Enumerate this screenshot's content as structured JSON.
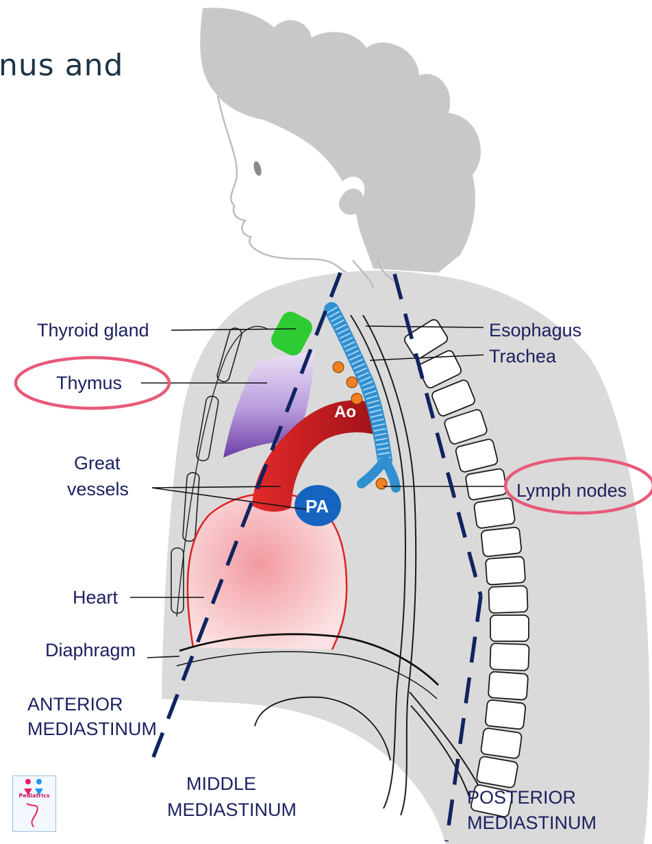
{
  "title": "nus and",
  "labels": {
    "thyroid": "Thyroid gland",
    "thymus": "Thymus",
    "great1": "Great",
    "great2": "vessels",
    "heart": "Heart",
    "diaphragm": "Diaphragm",
    "esophagus": "Esophagus",
    "trachea": "Trachea",
    "lymph": "Lymph nodes",
    "ao": "Ao",
    "pa": "PA"
  },
  "regions": {
    "anterior1": "ANTERIOR",
    "anterior2": "MEDIASTINUM",
    "middle1": "MIDDLE",
    "middle2": "MEDIASTINUM",
    "posterior1": "POSTERIOR",
    "posterior2": "MEDIASTINUM"
  },
  "logo": {
    "text": "Pediatrics"
  },
  "colors": {
    "body_gray": "#dadada",
    "head_gray": "#c8c8c8",
    "dash_navy": "#0f2460",
    "aorta_red": "#b5171a",
    "pa_blue": "#1565c0",
    "thyroid_green": "#2ecc32",
    "thymus_purple": "#8a5fc0",
    "trachea_blue": "#2f8fd0",
    "lymph_orange": "#f08020",
    "highlight_pink": "#e85a78",
    "label_navy": "#1b2160"
  }
}
